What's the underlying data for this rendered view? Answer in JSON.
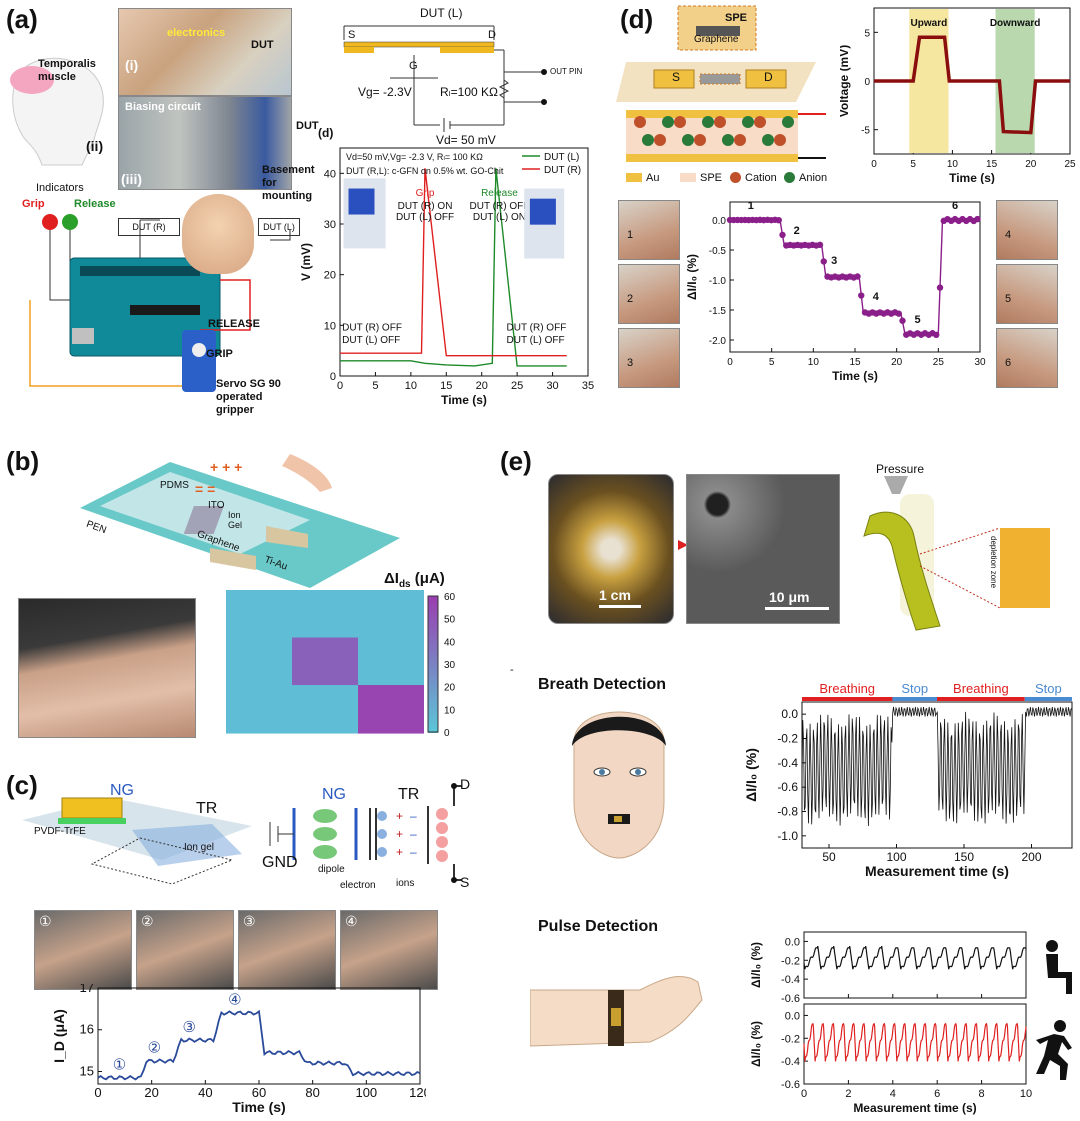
{
  "labels": {
    "a": "(a)",
    "b": "(b)",
    "c": "(c)",
    "d": "(d)",
    "e": "(e)"
  },
  "panel_a": {
    "muscle": "Temporalis muscle",
    "ii": "(ii)",
    "i": "(i)",
    "iii": "(iii)",
    "electronics": "electronics",
    "dut": "DUT",
    "biasing": "Biasing circuit",
    "dut2": "DUT",
    "basement": "Basement for mounting",
    "indicators": "Indicators",
    "grip": "Grip",
    "release": "Release",
    "dut_r": "DUT (R)",
    "dut_l": "DUT (L)",
    "release_arrow": "RELEASE",
    "grip_arrow": "GRIP",
    "servo": "Servo SG 90 operated gripper",
    "circuit": {
      "title": "DUT (L)",
      "s": "S",
      "d": "D",
      "g": "G",
      "vg": "Vg= -2.3V",
      "rl": "Rₗ=100 KΩ",
      "out": "OUT PIN",
      "vd": "Vd= 50 mV"
    }
  },
  "chart_a": {
    "sublabel": "(d)",
    "info1": "Vd=50 mV,Vg= -2.3 V, Rₗ= 100 KΩ",
    "info2": "DUT (R,L): c-GFN on 0.5% wt. GO-Chit",
    "ann_grip": "Grip",
    "ann_grip1": "DUT (R) ON",
    "ann_grip2": "DUT (L) OFF",
    "ann_rel": "Release",
    "ann_rel1": "DUT (R) OFF",
    "ann_rel2": "DUT (L) ON",
    "ann_left1": "DUT (R) OFF",
    "ann_left2": "DUT (L) OFF",
    "ann_right1": "DUT (R) OFF",
    "ann_right2": "DUT (L) OFF"
  },
  "panel_b": {
    "pdms": "PDMS",
    "pen": "PEN",
    "ito": "ITO",
    "iongel": "Ion Gel",
    "graphene": "Graphene",
    "tiau": "Ti-Au",
    "colorbar_title": "ΔI",
    "colorbar_sub": "ds",
    "colorbar_unit": " (μA)"
  },
  "panel_c": {
    "ng": "NG",
    "tr": "TR",
    "pvdf": "PVDF-TrFE",
    "iongel": "Ion gel",
    "gnd": "GND",
    "dipole": "dipole",
    "electron": "electron",
    "ions": "ions",
    "d": "D",
    "s": "S",
    "photo_nums": [
      "①",
      "②",
      "③",
      "④"
    ]
  },
  "panel_d": {
    "spe": "SPE",
    "graphene": "Graphene",
    "s": "S",
    "d": "D",
    "legend": [
      "Au",
      "SPE",
      "Cation",
      "Anion"
    ],
    "photo_nums": [
      "1",
      "2",
      "3",
      "4",
      "5",
      "6"
    ]
  },
  "panel_e": {
    "scale1": "1 cm",
    "scale2": "10 μm",
    "pressure": "Pressure",
    "depletion": "depletion zone",
    "breath": "Breath Detection",
    "pulse": "Pulse Detection",
    "dash": "-"
  },
  "colors": {
    "red": "#e02020",
    "green": "#1f8a2a",
    "maroon": "#8b0e0e",
    "purple": "#8a1f8a",
    "navy": "#2a4a9a",
    "heat_low": "#5ac8d8",
    "heat_high": "#9a3fb0"
  },
  "chart_data": [
    {
      "id": "a-gripper",
      "type": "line",
      "xlabel": "Time (s)",
      "ylabel": "V (mV)",
      "xlim": [
        0,
        35
      ],
      "ylim": [
        0,
        45
      ],
      "xticks": [
        0,
        5,
        10,
        15,
        20,
        25,
        30,
        35
      ],
      "yticks": [
        0,
        10,
        20,
        30,
        40
      ],
      "series": [
        {
          "name": "DUT (L)",
          "color": "#1f8a2a",
          "x": [
            0,
            10,
            12,
            15,
            19,
            21.5,
            22,
            25,
            32
          ],
          "y": [
            3,
            3,
            2.5,
            2.2,
            2,
            2.5,
            41,
            2,
            2
          ]
        },
        {
          "name": "DUT (R)",
          "color": "#e02020",
          "x": [
            0,
            11.5,
            12,
            15,
            22,
            25,
            32
          ],
          "y": [
            4.5,
            4.5,
            41,
            4,
            4,
            4,
            4
          ]
        }
      ]
    },
    {
      "id": "d-voltage",
      "type": "line",
      "xlabel": "Time (s)",
      "ylabel": "Voltage (mV)",
      "xlim": [
        0,
        25
      ],
      "ylim": [
        -7.5,
        7.5
      ],
      "xticks": [
        0,
        5,
        10,
        15,
        20,
        25
      ],
      "yticks": [
        -5,
        0,
        5
      ],
      "regions": [
        {
          "label": "Upward",
          "from": 4.5,
          "to": 9.5,
          "color": "#f5e6a0"
        },
        {
          "label": "Downward",
          "from": 15.5,
          "to": 20.5,
          "color": "#b9d8ae"
        }
      ],
      "series": [
        {
          "name": "",
          "color": "#8b0e0e",
          "x": [
            0,
            5,
            5.8,
            9,
            9.6,
            16,
            16.5,
            20,
            20.6,
            25
          ],
          "y": [
            0,
            0,
            4.5,
            4.5,
            0,
            0,
            -5.2,
            -5.3,
            0,
            0
          ]
        }
      ]
    },
    {
      "id": "d-steps",
      "type": "line",
      "xlabel": "Time (s)",
      "ylabel": "ΔI/I₀ (%)",
      "xlim": [
        0,
        30
      ],
      "ylim": [
        -2.2,
        0.3
      ],
      "xticks": [
        0,
        5,
        10,
        15,
        20,
        25,
        30
      ],
      "yticks": [
        0.0,
        -0.5,
        -1.0,
        -1.5,
        -2.0
      ],
      "step_labels": [
        "1",
        "2",
        "3",
        "4",
        "5",
        "6"
      ],
      "series": [
        {
          "name": "",
          "color": "#8a1f8a",
          "x": [
            0,
            6,
            6.5,
            11,
            11.5,
            15.5,
            16,
            20.5,
            21,
            25,
            25.5,
            30
          ],
          "y": [
            0,
            0,
            -0.42,
            -0.42,
            -0.95,
            -0.95,
            -1.55,
            -1.55,
            -1.9,
            -1.9,
            0,
            0
          ]
        }
      ]
    },
    {
      "id": "b-heatmap",
      "type": "heatmap",
      "colorbar_ticks": [
        0,
        10,
        20,
        30,
        40,
        50,
        60
      ],
      "values": [
        [
          5,
          5,
          5
        ],
        [
          5,
          45,
          5
        ],
        [
          5,
          5,
          58
        ]
      ]
    },
    {
      "id": "c-current",
      "type": "line",
      "xlabel": "Time (s)",
      "ylabel": "I_D (μA)",
      "xlim": [
        0,
        120
      ],
      "ylim": [
        14.7,
        17
      ],
      "xticks": [
        0,
        20,
        40,
        60,
        80,
        100,
        120
      ],
      "yticks": [
        15,
        16,
        17
      ],
      "markers": [
        "①",
        "②",
        "③",
        "④"
      ],
      "series": [
        {
          "name": "",
          "color": "#2a4a9a",
          "x": [
            0,
            16,
            18,
            28,
            31,
            43,
            46,
            60,
            62,
            75,
            78,
            92,
            95,
            120
          ],
          "y": [
            14.85,
            14.85,
            15.25,
            15.25,
            15.75,
            15.75,
            16.4,
            16.4,
            15.45,
            15.45,
            15.2,
            15.2,
            14.95,
            14.95
          ]
        }
      ]
    },
    {
      "id": "e-breath",
      "type": "line",
      "xlabel": "Measurement time (s)",
      "ylabel": "ΔI/I₀ (%)",
      "xlim": [
        30,
        230
      ],
      "ylim": [
        -1.1,
        0.1
      ],
      "xticks": [
        50,
        100,
        150,
        200
      ],
      "yticks": [
        0.0,
        -0.2,
        -0.4,
        -0.6,
        -0.8,
        -1.0
      ],
      "segments": [
        {
          "label": "Breathing",
          "from": 30,
          "to": 97,
          "color": "#e02020"
        },
        {
          "label": "Stop",
          "from": 97,
          "to": 130,
          "color": "#4a8ad0"
        },
        {
          "label": "Breathing",
          "from": 130,
          "to": 195,
          "color": "#e02020"
        },
        {
          "label": "Stop",
          "from": 195,
          "to": 230,
          "color": "#4a8ad0"
        }
      ],
      "series": [
        {
          "name": "",
          "color": "#111111"
        }
      ]
    },
    {
      "id": "e-pulse-rest",
      "type": "line",
      "ylabel": "ΔI/I₀ (%)",
      "xlim": [
        0,
        10
      ],
      "ylim": [
        -0.6,
        0.1
      ],
      "yticks": [
        0.0,
        -0.2,
        -0.4,
        -0.6
      ],
      "series": [
        {
          "name": "",
          "color": "#111111"
        }
      ]
    },
    {
      "id": "e-pulse-run",
      "type": "line",
      "xlabel": "Measurement time (s)",
      "ylabel": "ΔI/I₀ (%)",
      "xlim": [
        0,
        10
      ],
      "ylim": [
        -0.6,
        0.1
      ],
      "xticks": [
        0,
        2,
        4,
        6,
        8,
        10
      ],
      "yticks": [
        0.0,
        -0.2,
        -0.4,
        -0.6
      ],
      "series": [
        {
          "name": "",
          "color": "#e02020"
        }
      ]
    }
  ]
}
